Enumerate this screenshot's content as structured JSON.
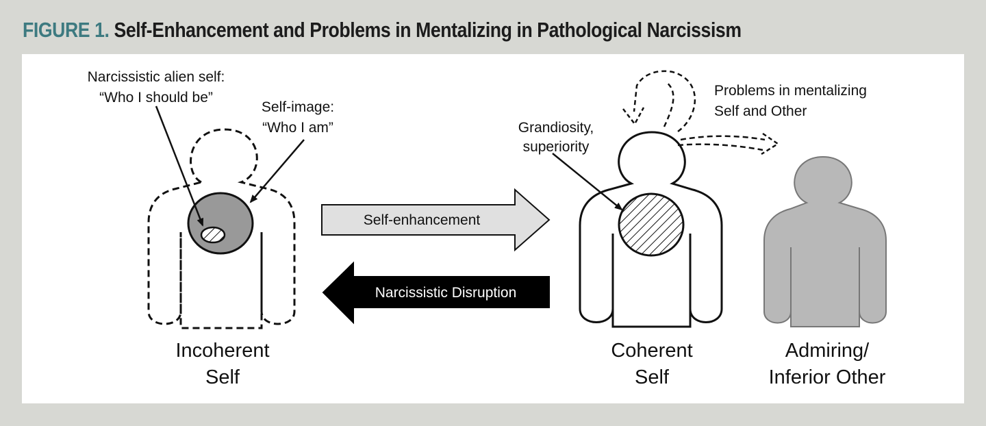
{
  "figure": {
    "label": "FIGURE 1.",
    "title": "Self-Enhancement and Problems in Mentalizing in Pathological Narcissism"
  },
  "diagram": {
    "annotations": {
      "alien_self_line1": "Narcissistic alien self:",
      "alien_self_line2": "“Who I should be”",
      "self_image_line1": "Self-image:",
      "self_image_line2": "“Who I am”",
      "grandiosity_line1": "Grandiosity,",
      "grandiosity_line2": "superiority",
      "mentalizing_line1": "Problems in mentalizing",
      "mentalizing_line2": "Self and Other"
    },
    "arrows": {
      "forward": "Self-enhancement",
      "backward": "Narcissistic Disruption"
    },
    "figures": {
      "incoherent_line1": "Incoherent",
      "incoherent_line2": "Self",
      "coherent_line1": "Coherent",
      "coherent_line2": "Self",
      "other_line1": "Admiring/",
      "other_line2": "Inferior Other"
    },
    "colors": {
      "title_label": "#3d7a80",
      "background": "#d7d8d3",
      "self_image_fill": "#999999",
      "other_fill": "#b8b8b8",
      "forward_arrow_fill": "#e0e0e0",
      "backward_arrow_fill": "#000000"
    }
  }
}
